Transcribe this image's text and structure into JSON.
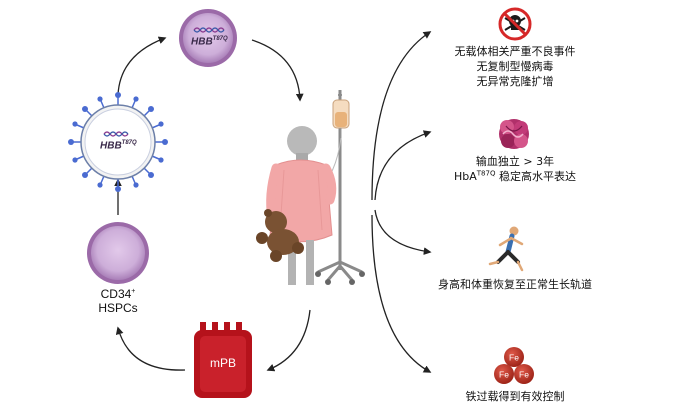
{
  "cells": {
    "top_cell_gene": "HBB",
    "top_cell_gene_sup": "T87Q",
    "virus_gene": "HBB",
    "virus_gene_sup": "T87Q",
    "hspc_label_main": "CD34",
    "hspc_label_sup": "+",
    "hspc_label_line2": "HSPCs"
  },
  "bag_label": "mPB",
  "outcomes": [
    {
      "lines": [
        "无载体相关严重不良事件",
        "无复制型慢病毒",
        "无异常克隆扩增"
      ],
      "icon": "skull-crossbones-no-icon"
    },
    {
      "line1": "输血独立 > 3年",
      "line2_prefix": "HbA",
      "line2_sup": "T87Q",
      "line2_suffix": " 稳定高水平表达",
      "icon": "hemoglobin-molecule-icon"
    },
    {
      "lines": [
        "身高和体重恢复至正常生长轨道"
      ],
      "icon": "running-person-icon"
    },
    {
      "lines": [
        "铁过载得到有效控制"
      ],
      "icon": "iron-fe-icon",
      "badges": [
        "Fe",
        "Fe",
        "Fe"
      ]
    }
  ],
  "colors": {
    "cell_fill": "#cdaed9",
    "cell_ring": "#9b6aa8",
    "blood_bag": "#b5121b",
    "iv_bag": "#e8b27a",
    "gown": "#f2a7a7",
    "bear": "#7a5233",
    "fe_ball": "#c0392b",
    "no_sign": "#d62828",
    "arrow": "#222222"
  }
}
